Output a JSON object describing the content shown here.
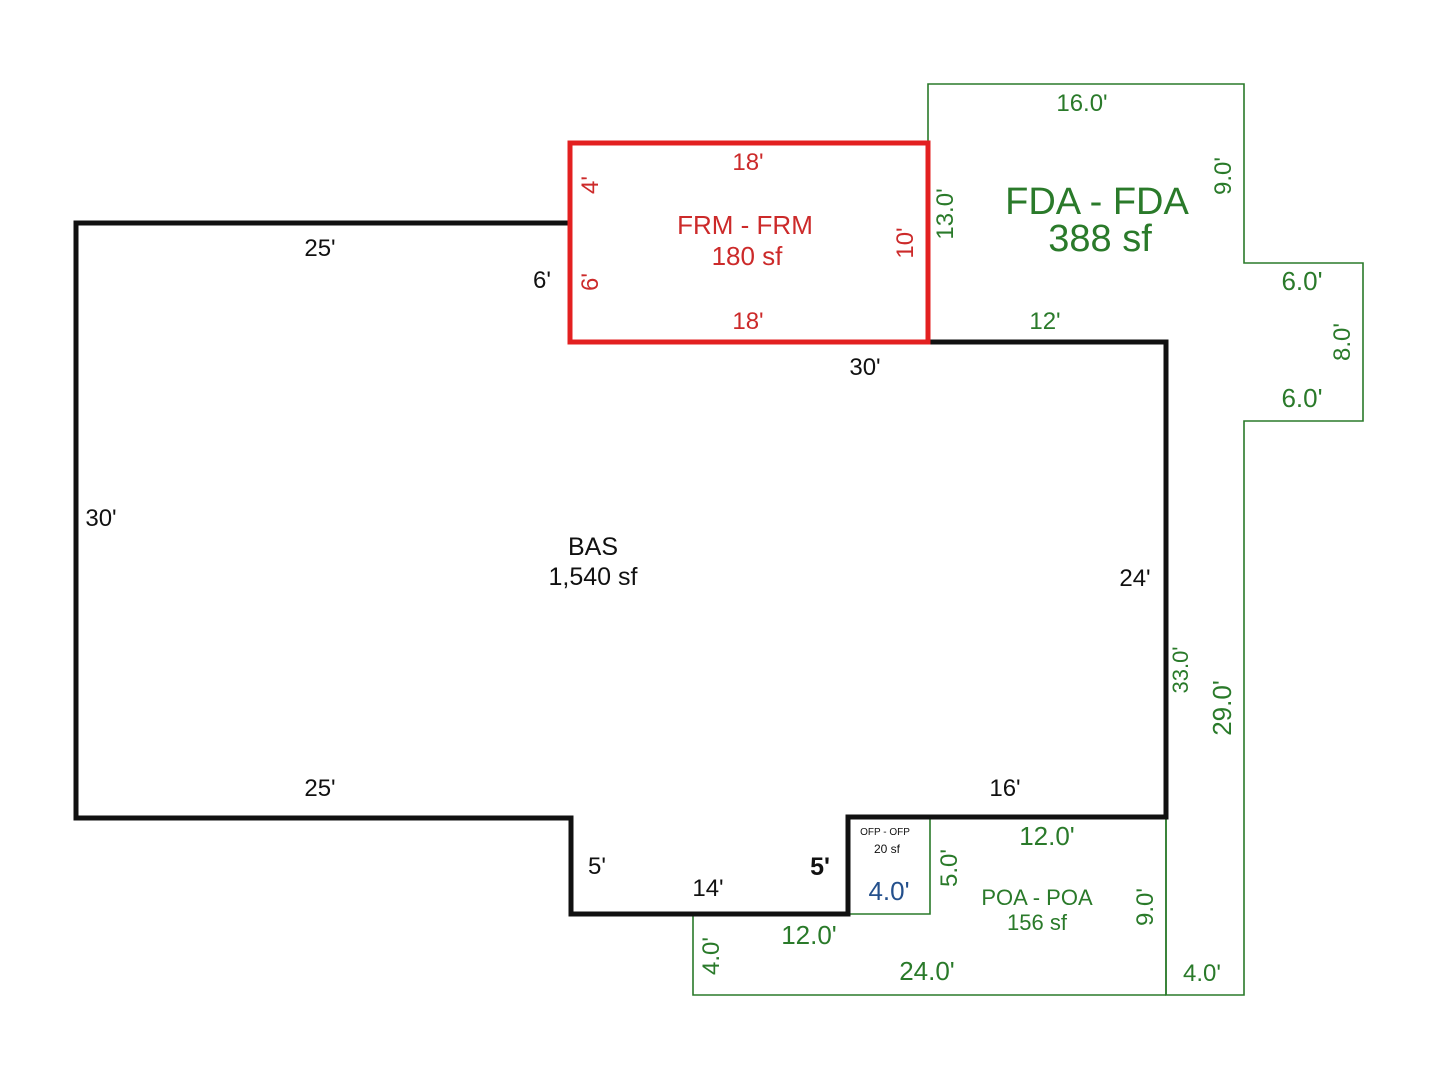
{
  "areas": {
    "bas": {
      "name": "BAS",
      "area": "1,540 sf"
    },
    "frm": {
      "name": "FRM - FRM",
      "area": "180 sf"
    },
    "fda": {
      "name": "FDA - FDA",
      "area": "388 sf"
    },
    "poa": {
      "name": "POA - POA",
      "area": "156 sf"
    },
    "ofp": {
      "name": "OFP - OFP",
      "area": "20 sf"
    }
  },
  "dimensions": {
    "bas_top": "25'",
    "bas_step": "6'",
    "bas_left": "30'",
    "bas_mid_top": "30'",
    "bas_right": "24'",
    "bas_bottom_left": "25'",
    "bas_notch_left": "5'",
    "bas_notch_bottom": "14'",
    "bas_notch_right": "5'",
    "bas_bottom_right": "16'",
    "frm_top": "18'",
    "frm_bottom": "18'",
    "frm_left_upper": "4'",
    "frm_left_lower": "6'",
    "frm_right": "10'",
    "fda_top": "16.0'",
    "fda_right_upper": "9.0'",
    "fda_ledge_top": "6.0'",
    "fda_ledge_side": "8.0'",
    "fda_ledge_bottom": "6.0'",
    "fda_right_long": "29.0'",
    "fda_inner_left": "13.0'",
    "fda_inner_bottom": "12'",
    "fda_inner_right": "33.0'",
    "fda_bottom_corner": "4.0'",
    "poa_top": "12.0'",
    "poa_left": "5.0'",
    "poa_right": "9.0'",
    "poa_bottom": "24.0'",
    "poa_lower_left": "4.0'",
    "poa_inner_bottom": "12.0'",
    "ofp_bottom": "4.0'"
  },
  "colors": {
    "bas": "#111111",
    "frm": "#e32020",
    "fda": "#2a7a2a",
    "ofp": "#24508c"
  }
}
